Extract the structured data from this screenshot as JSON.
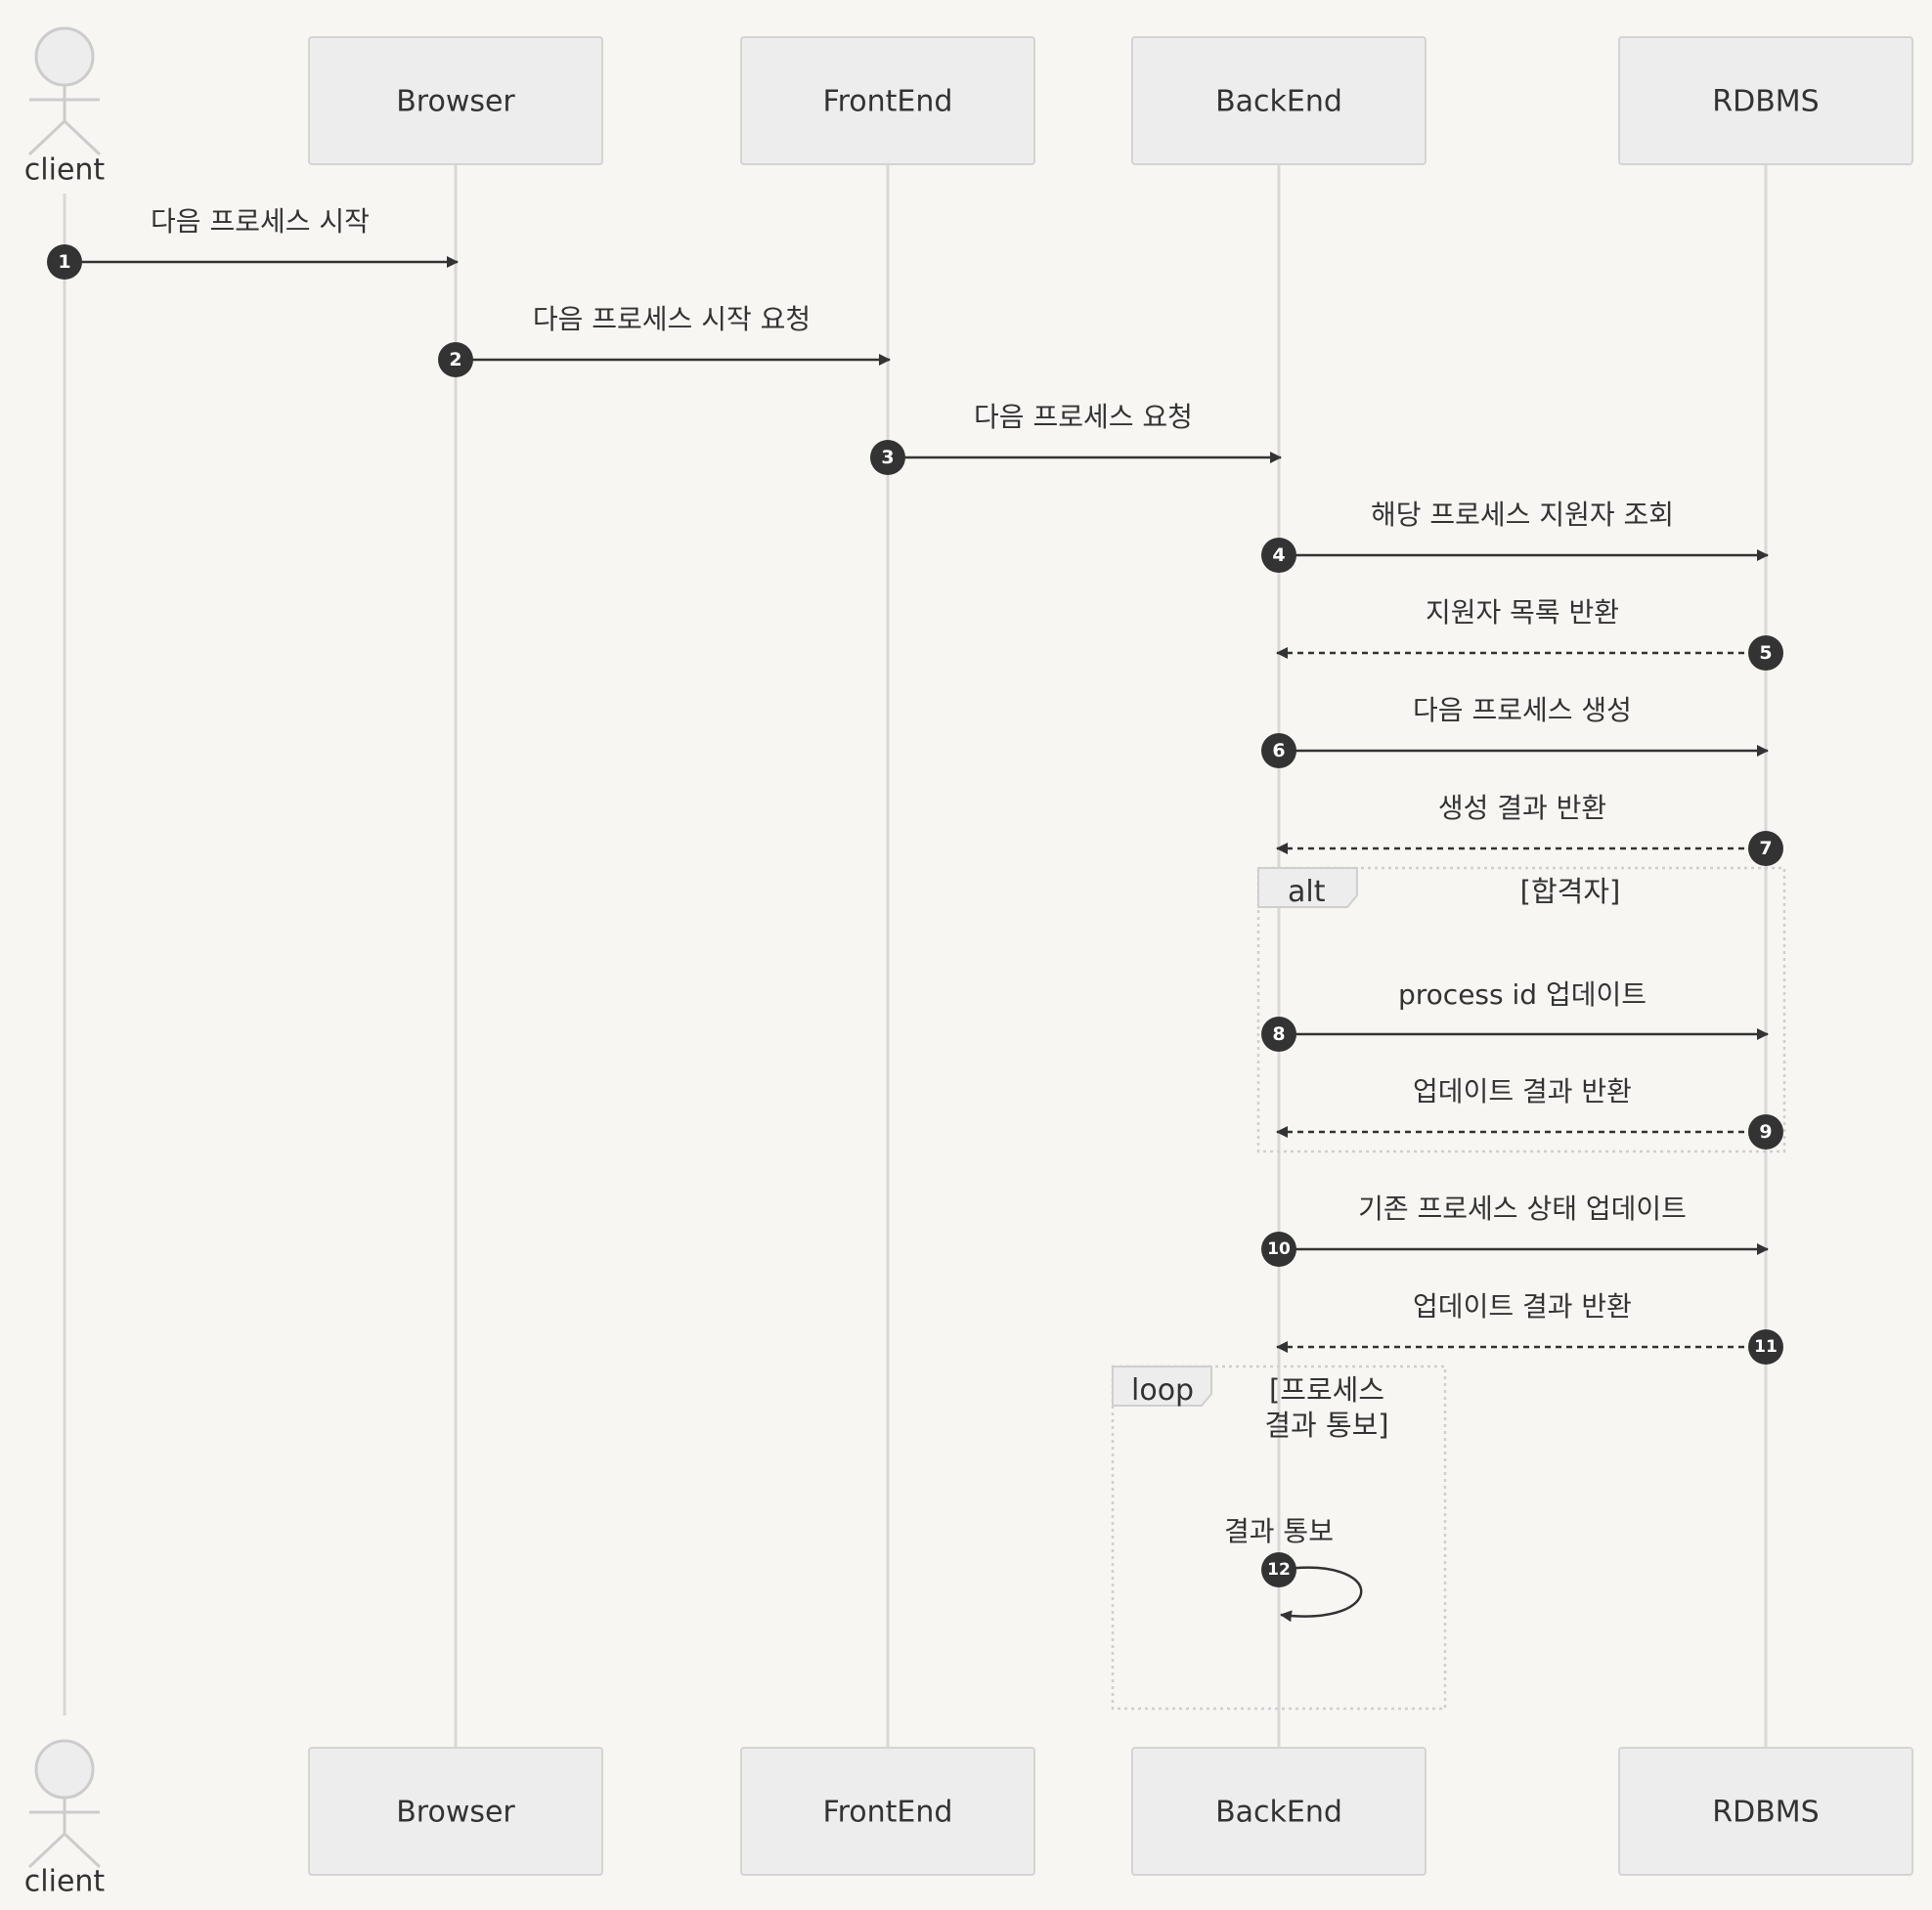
{
  "participants": [
    {
      "id": "client",
      "label": "client",
      "kind": "actor"
    },
    {
      "id": "browser",
      "label": "Browser",
      "kind": "box"
    },
    {
      "id": "frontend",
      "label": "FrontEnd",
      "kind": "box"
    },
    {
      "id": "backend",
      "label": "BackEnd",
      "kind": "box"
    },
    {
      "id": "rdbms",
      "label": "RDBMS",
      "kind": "box"
    }
  ],
  "messages": [
    {
      "num": "1",
      "from": "client",
      "to": "browser",
      "text": "다음 프로세스 시작",
      "style": "solid"
    },
    {
      "num": "2",
      "from": "browser",
      "to": "frontend",
      "text": "다음 프로세스 시작 요청",
      "style": "solid"
    },
    {
      "num": "3",
      "from": "frontend",
      "to": "backend",
      "text": "다음 프로세스 요청",
      "style": "solid"
    },
    {
      "num": "4",
      "from": "backend",
      "to": "rdbms",
      "text": "해당 프로세스 지원자 조회",
      "style": "solid"
    },
    {
      "num": "5",
      "from": "rdbms",
      "to": "backend",
      "text": "지원자 목록 반환",
      "style": "dashed"
    },
    {
      "num": "6",
      "from": "backend",
      "to": "rdbms",
      "text": "다음 프로세스 생성",
      "style": "solid"
    },
    {
      "num": "7",
      "from": "rdbms",
      "to": "backend",
      "text": "생성 결과 반환",
      "style": "dashed"
    },
    {
      "num": "8",
      "from": "backend",
      "to": "rdbms",
      "text": "process id 업데이트",
      "style": "solid"
    },
    {
      "num": "9",
      "from": "rdbms",
      "to": "backend",
      "text": "업데이트 결과 반환",
      "style": "dashed"
    },
    {
      "num": "10",
      "from": "backend",
      "to": "rdbms",
      "text": "기존 프로세스 상태 업데이트",
      "style": "solid"
    },
    {
      "num": "11",
      "from": "rdbms",
      "to": "backend",
      "text": "업데이트 결과 반환",
      "style": "dashed"
    },
    {
      "num": "12",
      "from": "backend",
      "to": "backend",
      "text": "결과 통보",
      "style": "solid"
    }
  ],
  "frames": [
    {
      "id": "alt",
      "keyword": "alt",
      "condition_lines": [
        "[합격자]"
      ]
    },
    {
      "id": "loop",
      "keyword": "loop",
      "condition_lines": [
        "[프로세스",
        "결과 통보]"
      ]
    }
  ],
  "colors": {
    "background": "#f7f6f3",
    "participant_fill": "#ededed",
    "participant_border": "#d4d4d4",
    "lifeline": "#d8d8d8",
    "arrow": "#333333",
    "frame_border": "#cfcfcf"
  }
}
